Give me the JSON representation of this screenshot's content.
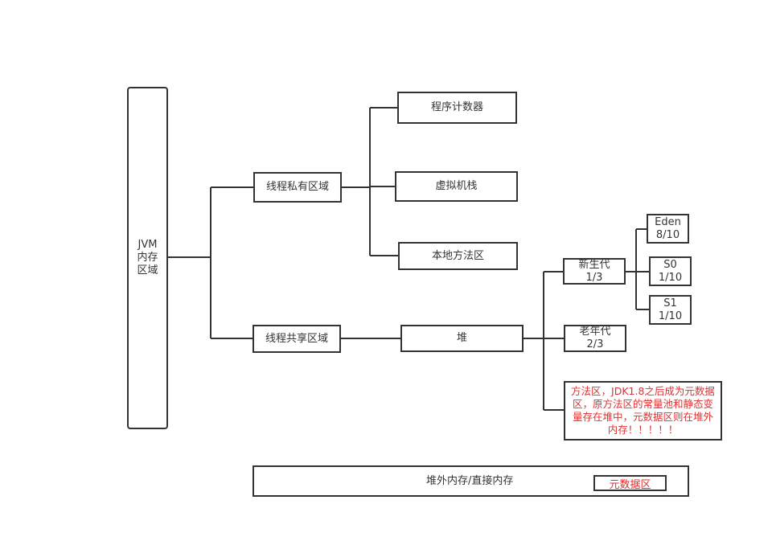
{
  "nodes": {
    "jvm": "JVM\n内存\n区域",
    "thread_private": "线程私有区域",
    "thread_shared": "线程共享区域",
    "pc_register": "程序计数器",
    "vm_stack": "虚拟机栈",
    "native_method": "本地方法区",
    "heap": "堆",
    "young_gen": "新生代\n1/3",
    "old_gen": "老年代\n2/3",
    "eden": "Eden\n8/10",
    "s0": "S0\n1/10",
    "s1": "S1\n1/10",
    "method_area_note": "方法区，JDK1.8之后成为元数据区，原方法区的常量池和静态变量存在堆中，元数据区则在堆外内存！！！！！",
    "offheap": "堆外内存/直接内存",
    "metaspace": "元数据区"
  },
  "colors": {
    "line": "#333333",
    "note_text": "#e03030"
  }
}
